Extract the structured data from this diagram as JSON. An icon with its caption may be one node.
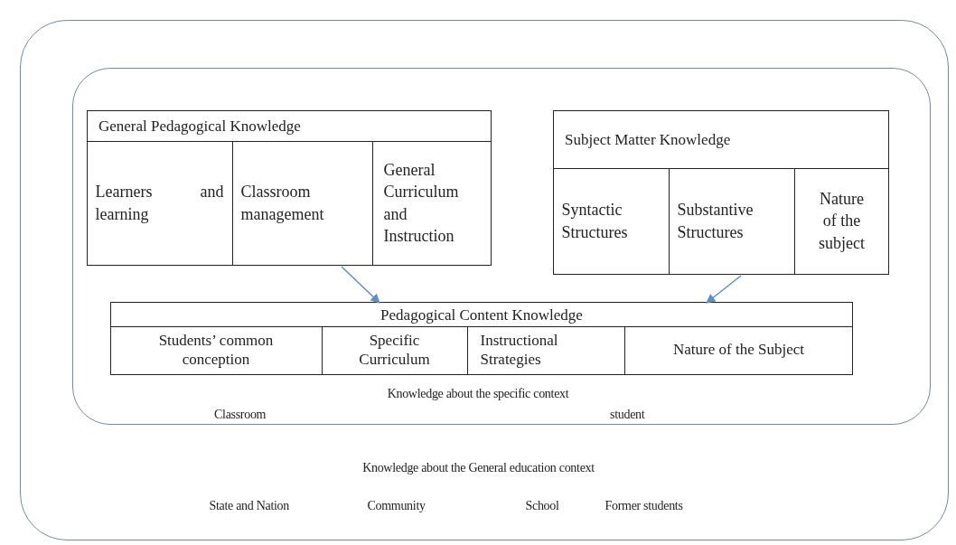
{
  "diagram": {
    "nodes": [
      {
        "text": [
          "Knowledge about the General education context",
          "State and Nation",
          "Community",
          "School",
          "Former students"
        ]
      },
      {
        "text": [
          "Knowledge about the specific context",
          "Classroom",
          "student"
        ],
        "in": 0
      },
      {
        "text": [
          "General Pedagogical Knowledge"
        ],
        "in": 1
      },
      {
        "text": [
          "Learners and learning"
        ],
        "in": 2
      },
      {
        "text": [
          "Classroom management"
        ],
        "in": 2
      },
      {
        "text": [
          "General Curriculum and Instruction"
        ],
        "in": 2
      },
      {
        "text": [
          "Subject Matter Knowledge"
        ],
        "in": 1
      },
      {
        "text": [
          "Syntactic Structures"
        ],
        "in": 6
      },
      {
        "text": [
          "Substantive Structures"
        ],
        "in": 6
      },
      {
        "text": [
          "Nature of the subject"
        ],
        "in": 6
      },
      {
        "text": [
          "Pedagogical Content Knowledge"
        ],
        "in": 1
      },
      {
        "text": [
          "Students’ common conception"
        ],
        "in": 10
      },
      {
        "text": [
          "Specific Curriculum"
        ],
        "in": 10
      },
      {
        "text": [
          "Instructional Strategies"
        ],
        "in": 10
      },
      {
        "text": [
          "Nature of the Subject"
        ],
        "in": 10
      }
    ],
    "edges": [
      {
        "from": 2,
        "to": 10,
        "arrow": "to"
      },
      {
        "from": 6,
        "to": 10,
        "arrow": "to"
      }
    ]
  }
}
